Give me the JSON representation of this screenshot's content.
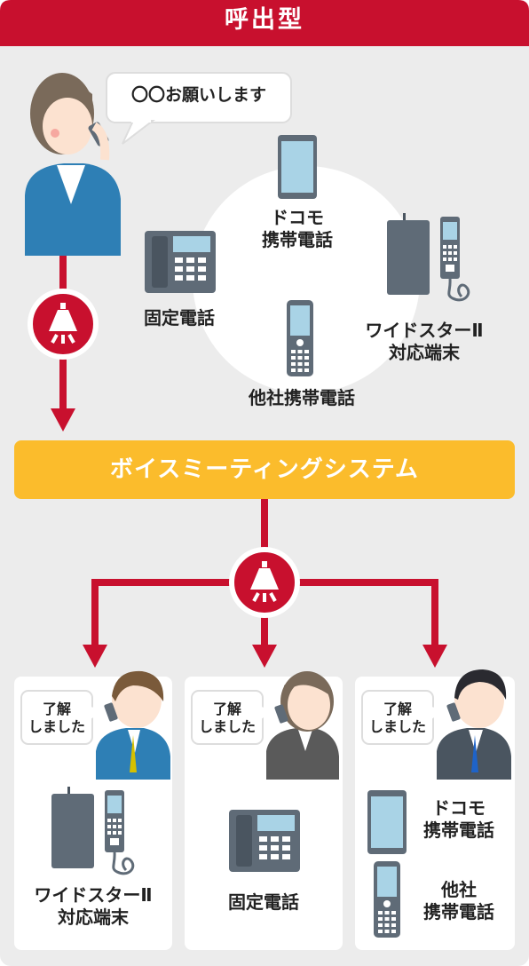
{
  "header": {
    "title": "呼出型"
  },
  "caller": {
    "speech": "〇〇お願いします"
  },
  "devices": {
    "docomo_mobile": [
      "ドコモ",
      "携帯電話"
    ],
    "landline": "固定電話",
    "widestar": [
      "ワイドスターⅡ",
      "対応端末"
    ],
    "other_mobile": "他社携帯電話"
  },
  "system": {
    "name": "ボイスミーティングシステム"
  },
  "receivers": [
    {
      "reply": [
        "了解",
        "しました"
      ],
      "device": [
        "ワイドスターⅡ",
        "対応端末"
      ]
    },
    {
      "reply": [
        "了解",
        "しました"
      ],
      "device": [
        "固定電話"
      ]
    },
    {
      "reply": [
        "了解",
        "しました"
      ],
      "devices": [
        [
          "ドコモ",
          "携帯電話"
        ],
        [
          "他社",
          "携帯電話"
        ]
      ]
    }
  ],
  "colors": {
    "header_red": "#c8102e",
    "system_yellow": "#fbbc2c",
    "panel_gray": "#ececec",
    "device_gray": "#5f6b77",
    "screen_blue": "#a9d3e6"
  },
  "icons": [
    "alarm-siren-icon",
    "person-icon",
    "mobile-phone-icon",
    "landline-phone-icon",
    "satellite-terminal-icon"
  ]
}
